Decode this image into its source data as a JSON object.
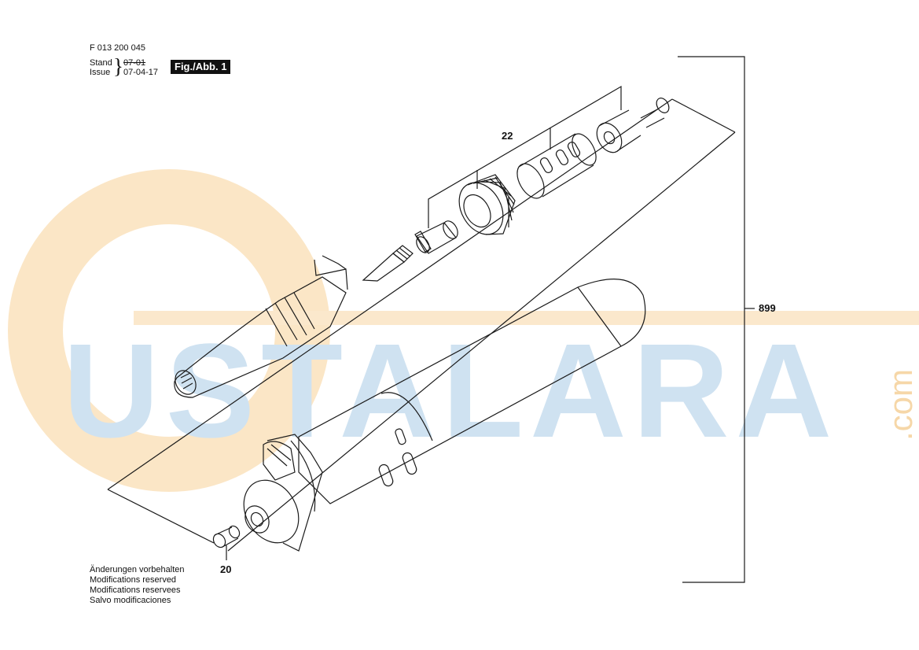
{
  "header": {
    "part_number": "F 013 200 045",
    "stand_label": "Stand",
    "stand_value": "07-01",
    "issue_label": "Issue",
    "issue_value": "07-04-17",
    "figure_label": "Fig./Abb. 1"
  },
  "callouts": {
    "assembly": "22",
    "screw": "20",
    "kit": "899"
  },
  "notes": [
    "Änderungen vorbehalten",
    "Modifications reserved",
    "Modifications reservees",
    "Salvo modificaciones"
  ],
  "watermark": {
    "text": "USTALARA",
    "suffix": ".com",
    "letter_color": "#9fc6e4",
    "accent_color": "#f2c98a"
  }
}
